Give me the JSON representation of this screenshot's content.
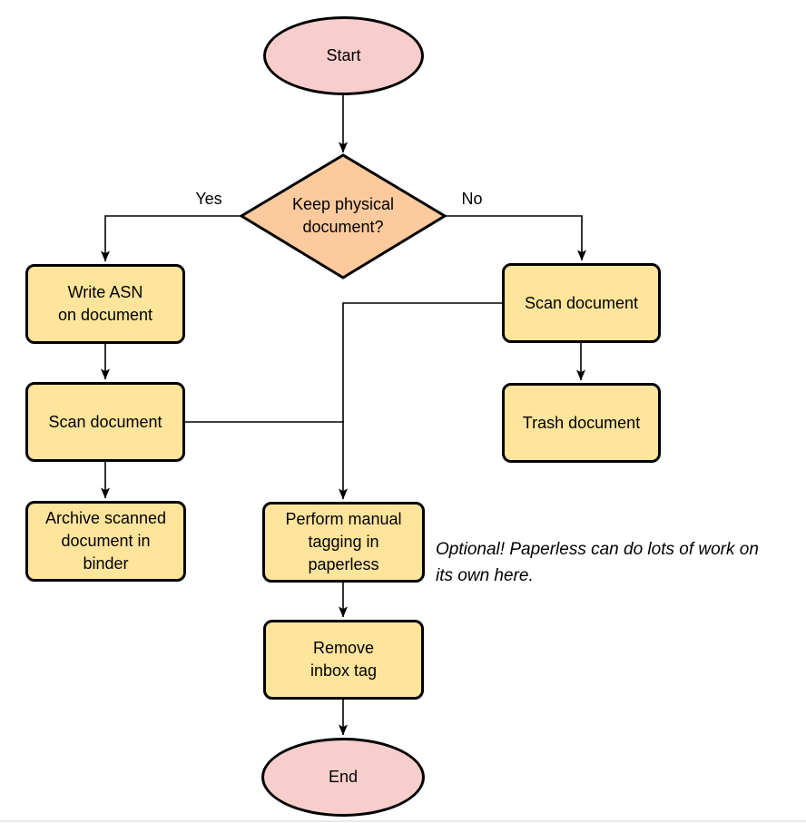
{
  "colors": {
    "terminal_fill": "#f8cecc",
    "decision_fill": "#fdca9e",
    "process_fill": "#ffe49c",
    "stroke": "#000000"
  },
  "nodes": {
    "start": {
      "label": "Start"
    },
    "decision": {
      "label": "Keep physical\ndocument?"
    },
    "write_asn": {
      "label": "Write ASN\non document"
    },
    "scan_left": {
      "label": "Scan document"
    },
    "archive": {
      "label": "Archive scanned\ndocument in\nbinder"
    },
    "scan_right": {
      "label": "Scan document"
    },
    "trash": {
      "label": "Trash document"
    },
    "tagging": {
      "label": "Perform manual\ntagging in\npaperless"
    },
    "remove_inbox": {
      "label": "Remove\ninbox tag"
    },
    "end": {
      "label": "End"
    }
  },
  "edge_labels": {
    "yes": "Yes",
    "no": "No"
  },
  "annotation": {
    "text": "Optional! Paperless can do lots of work on\nits own here."
  }
}
